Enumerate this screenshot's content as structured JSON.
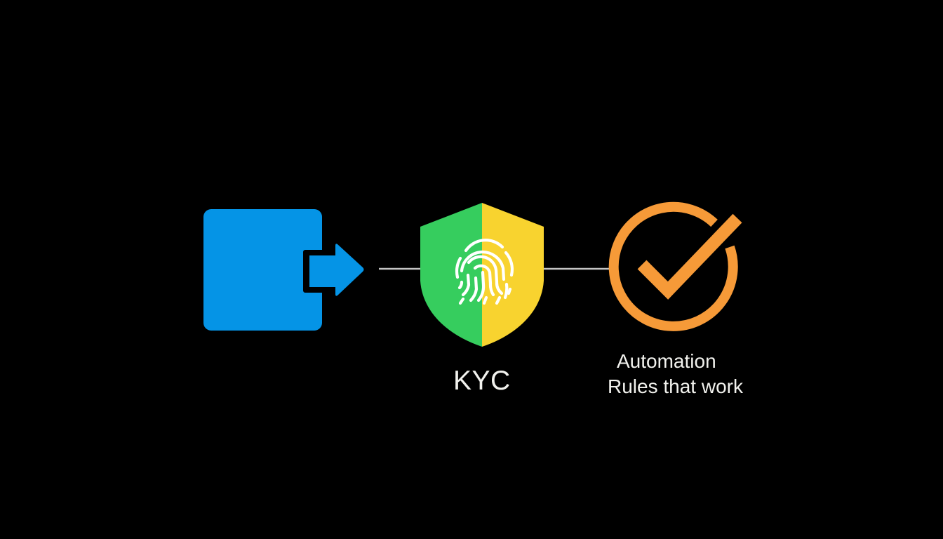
{
  "diagram": {
    "background": "#000000",
    "nodes": [
      {
        "id": "exit",
        "icon": "exit-arrow-icon",
        "color": "#0594e6",
        "label": ""
      },
      {
        "id": "kyc",
        "icon": "fingerprint-shield-icon",
        "colors": {
          "left": "#36cd5e",
          "right": "#f8d32f",
          "fingerprint": "#ffffff"
        },
        "label": "KYC"
      },
      {
        "id": "automation",
        "icon": "check-circle-icon",
        "color": "#f69a38",
        "label_lines": [
          "Automation",
          "Rules that work"
        ]
      }
    ],
    "connectors": [
      {
        "from": "exit",
        "to": "kyc",
        "color": "#bfbfbf"
      },
      {
        "from": "kyc",
        "to": "automation",
        "color": "#bfbfbf"
      }
    ]
  }
}
